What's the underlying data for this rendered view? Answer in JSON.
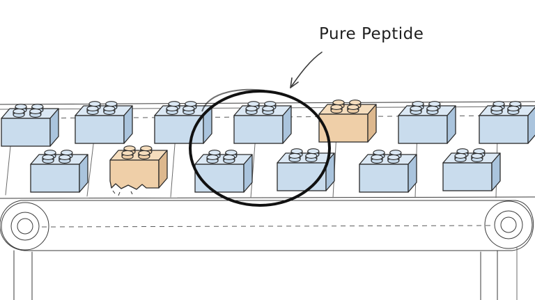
{
  "annotation": {
    "label": "Pure Peptide"
  },
  "colors": {
    "block_blue_face": "#c9dced",
    "block_blue_top": "#dbe8f4",
    "block_blue_side": "#aac4dd",
    "block_tan_face": "#efcfa8",
    "block_tan_top": "#f5ddbd",
    "block_tan_side": "#ddb88e",
    "ink": "#1a1a1a",
    "belt_line": "#3a3a3a"
  },
  "blocks": {
    "back_row": [
      "blue",
      "blue",
      "blue",
      "blue",
      "tan",
      "blue",
      "blue"
    ],
    "front_row": [
      "blue",
      "tan",
      "blue",
      "blue",
      "blue",
      "blue"
    ]
  }
}
